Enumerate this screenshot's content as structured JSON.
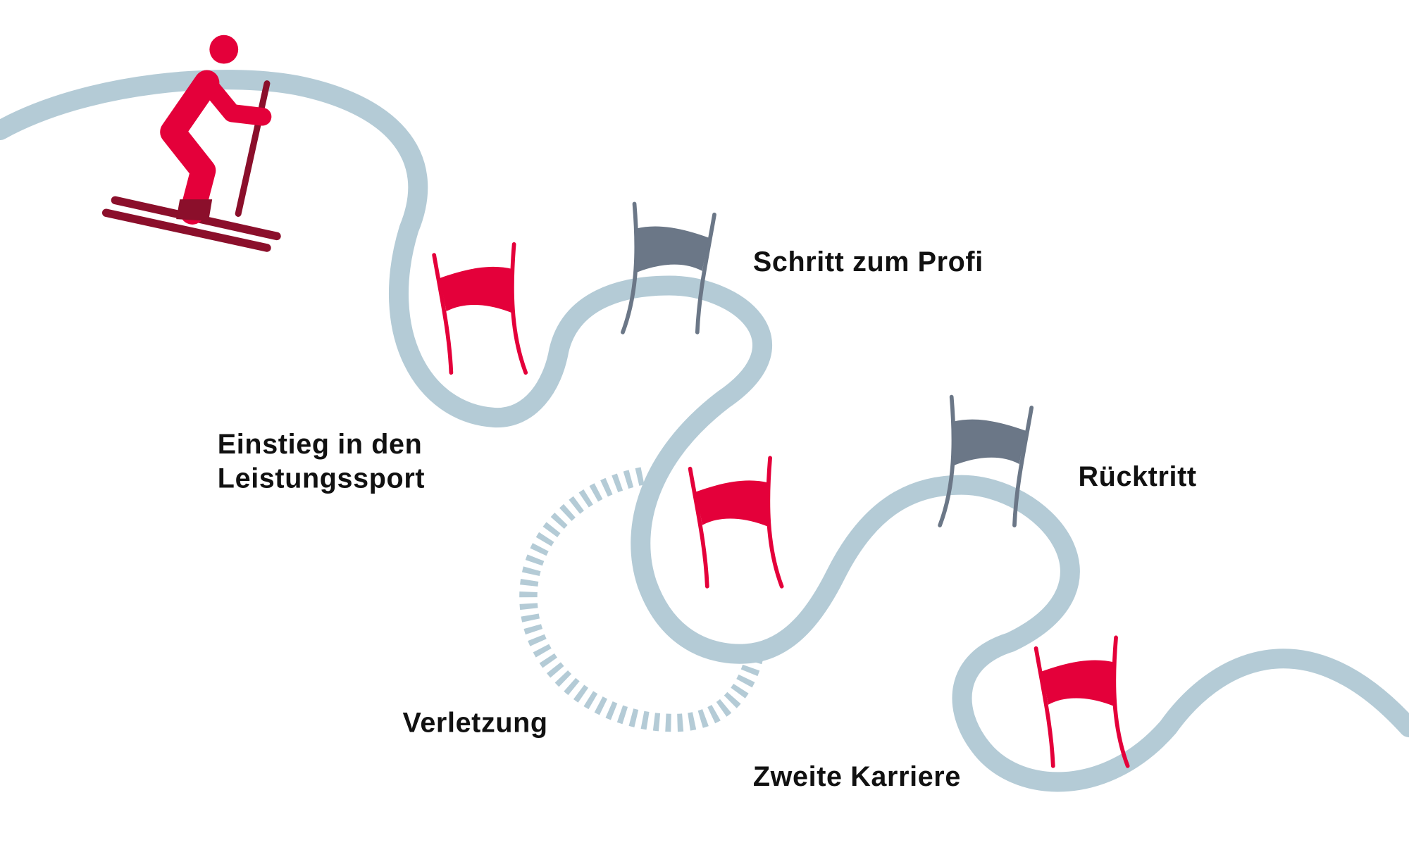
{
  "title": "Karriereweg im Leistungssport",
  "labels": {
    "entry_line1": "Einstieg in den",
    "entry_line2": "Leistungssport",
    "pro": "Schritt zum Profi",
    "injury": "Verletzung",
    "retirement": "Rücktritt",
    "second_career": "Zweite Karriere"
  },
  "colors": {
    "track": "#b4cbd6",
    "accent_red": "#e4003a",
    "gate_gray": "#6b7787",
    "skier_dark": "#8b0f2b"
  },
  "icons": [
    "skier-icon",
    "red-gate-flag-icon",
    "gray-gate-flag-icon"
  ]
}
